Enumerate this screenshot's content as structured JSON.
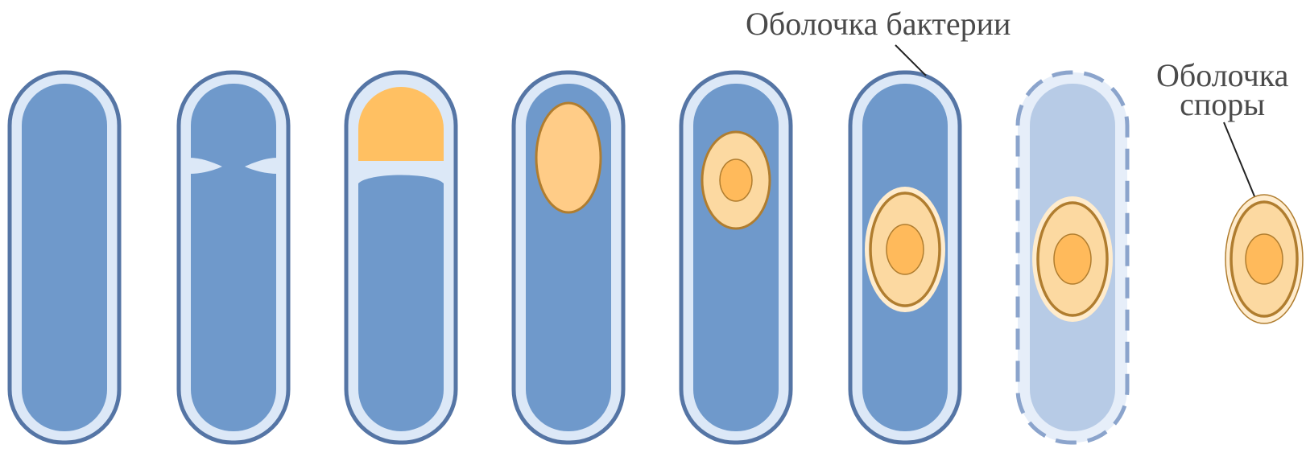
{
  "labels": {
    "bacterial_envelope": "Оболочка бактерии",
    "spore_envelope_line1": "Оболочка",
    "spore_envelope_line2": "споры"
  },
  "colors": {
    "wall": "#5575a5",
    "wall_light": "#dce8f7",
    "cytoplasm": "#6f99cb",
    "cytoplasm_faded": "#b7cbe6",
    "dashed_wall": "#8ba4cc",
    "forespore": "#ffc062",
    "forespore_light": "#ffcc87",
    "spore_coat": "#fcd9a1",
    "spore_outer_light": "#ffeccd",
    "spore_ring": "#b07d2f",
    "spore_core": "#ffba5b",
    "leader_line": "#222222"
  },
  "stages": [
    "vegetative-cell",
    "septum-formation",
    "forespore-separation",
    "forespore-engulfment",
    "cortex-formation",
    "spore-coat-formation",
    "cell-lysis",
    "free-spore"
  ]
}
